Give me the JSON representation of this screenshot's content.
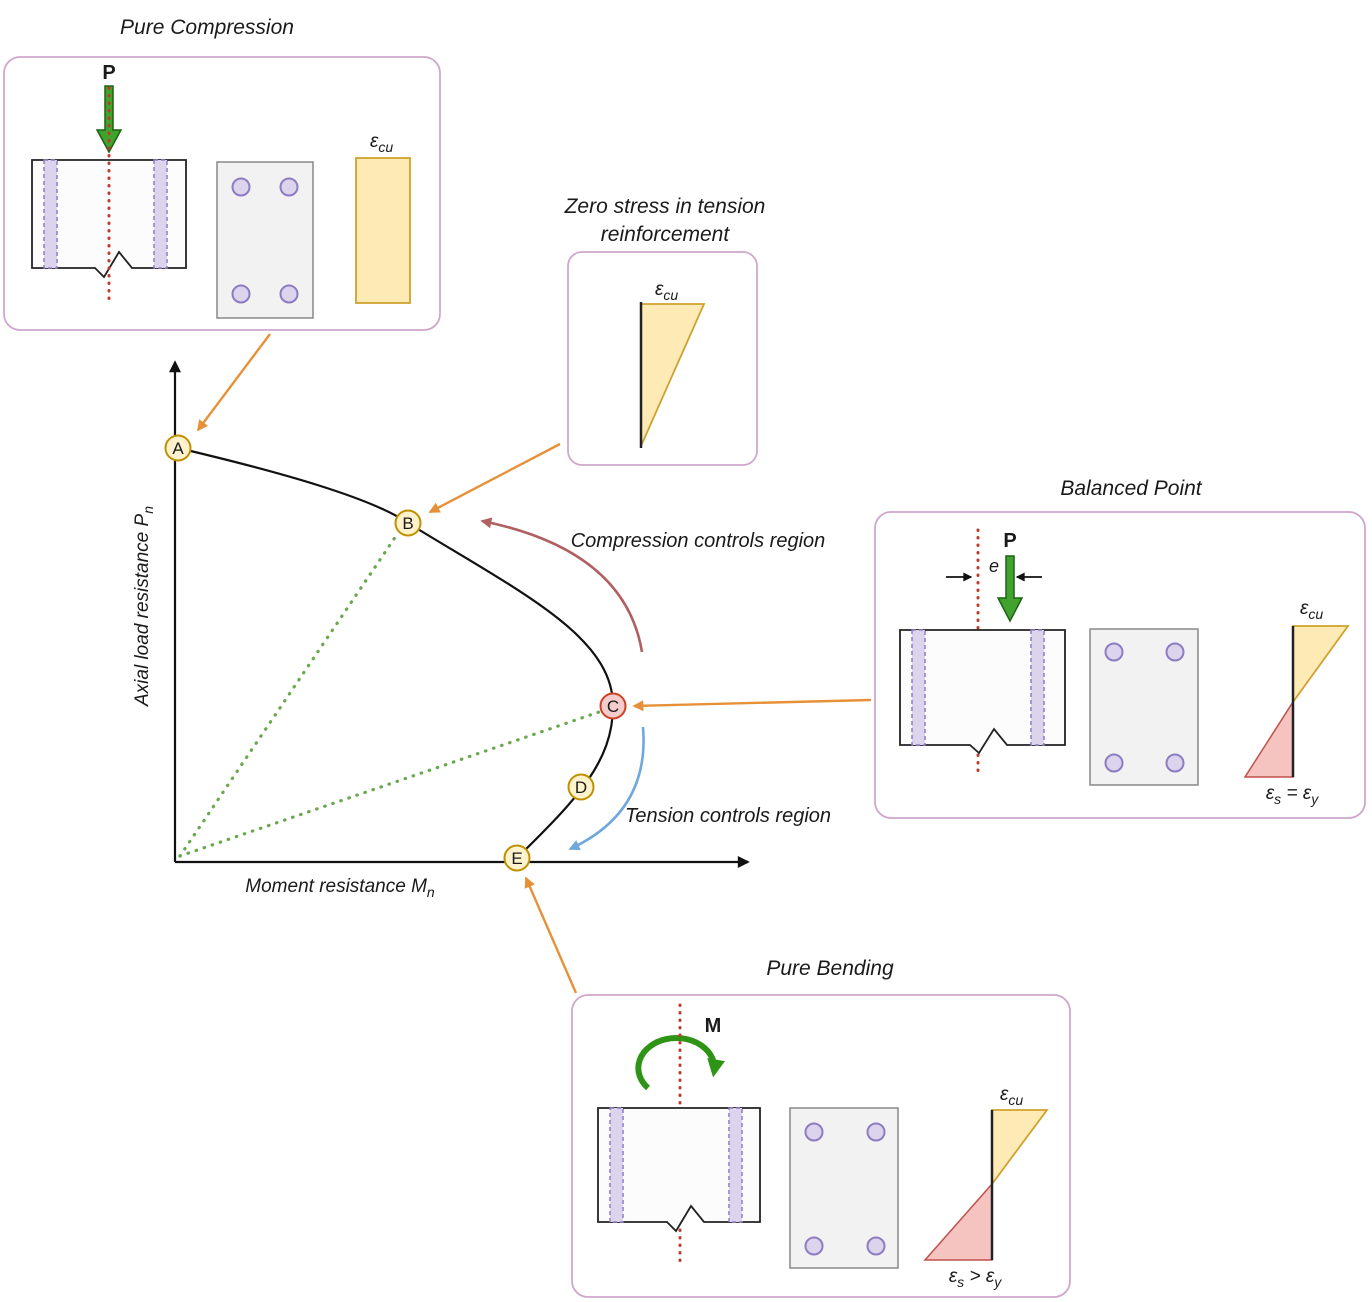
{
  "diagram": {
    "plot": {
      "y_axis_label": "Axial load resistance P",
      "y_axis_sub": "n",
      "x_axis_label": "Moment resistance M",
      "x_axis_sub": "n",
      "point_a": "A",
      "point_b": "B",
      "point_c": "C",
      "point_d": "D",
      "point_e": "E",
      "compression_region": "Compression controls region",
      "tension_region": "Tension controls region"
    },
    "pure_compression": {
      "title": "Pure Compression",
      "load": "P",
      "strain_symbol": "ε",
      "strain_sub": "cu"
    },
    "zero_stress": {
      "title_line1": "Zero stress in tension",
      "title_line2": "reinforcement",
      "strain_symbol": "ε",
      "strain_sub": "cu"
    },
    "balanced": {
      "title": "Balanced Point",
      "load": "P",
      "ecc": "e",
      "strain_symbol": "ε",
      "strain_sub": "cu",
      "bottom_e1": "ε",
      "bottom_s1": "s",
      "bottom_op": " = ε",
      "bottom_s2": "y"
    },
    "pure_bending": {
      "title": "Pure Bending",
      "moment": "M",
      "strain_symbol": "ε",
      "strain_sub": "cu",
      "bottom_e1": "ε",
      "bottom_s1": "s",
      "bottom_op": " > ε",
      "bottom_s2": "y"
    },
    "colors": {
      "curve": "#111111",
      "accent_orange": "#e69138",
      "compression_label": "#c2185b",
      "tension_label": "#3c85c6",
      "compression_arrow": "#b06060",
      "tension_arrow": "#6fa8dc",
      "point_fill": "#fff2cc",
      "point_stroke": "#bf9000",
      "balanced_point_fill": "#f4cccc",
      "balanced_point_stroke": "#cc4125",
      "strain_yellow": "#fdeab5",
      "strain_yellow_stroke": "#cfa22f",
      "strain_pink": "#f5c4c0",
      "strain_pink_stroke": "#c0504d",
      "rebar_purple": "#dcd3ec",
      "rebar_purple_stroke": "#8e7cc3",
      "green_arrow": "#3fa32e",
      "green_arrow_dark": "#1d6313",
      "centerline_red": "#c0392b",
      "radial_green": "#6aa84f",
      "callout_border": "#cfa7cc",
      "section_fill": "#f2f2f2"
    }
  }
}
